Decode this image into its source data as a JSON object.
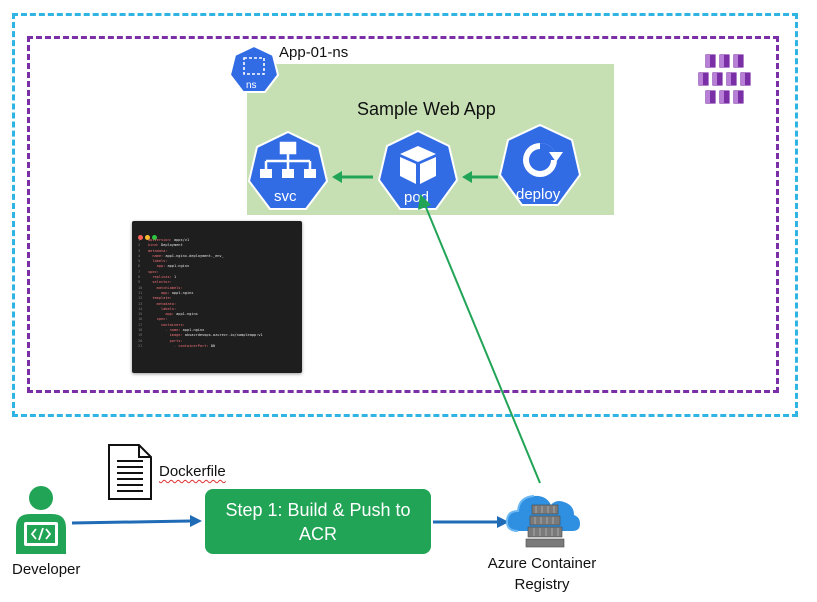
{
  "namespace": {
    "name": "App-01-ns",
    "icon_label": "ns"
  },
  "app": {
    "title": "Sample Web App"
  },
  "k8s_icons": [
    {
      "name": "svc",
      "icon": "service-icon"
    },
    {
      "name": "pod",
      "icon": "pod-cube-icon"
    },
    {
      "name": "deploy",
      "icon": "deployment-icon"
    }
  ],
  "code": {
    "lines": [
      {
        "n": "1",
        "key": "apiVersion:",
        "val": " apps/v1",
        "indent": 0
      },
      {
        "n": "2",
        "key": "kind:",
        "val": " Deployment",
        "indent": 0
      },
      {
        "n": "3",
        "key": "metadata:",
        "val": "",
        "indent": 0
      },
      {
        "n": "4",
        "key": "name:",
        "val": " app1-nginx-deployment-_env_",
        "indent": 1
      },
      {
        "n": "5",
        "key": "labels:",
        "val": "",
        "indent": 1
      },
      {
        "n": "6",
        "key": "app:",
        "val": " app1-nginx",
        "indent": 2
      },
      {
        "n": "7",
        "key": "spec:",
        "val": "",
        "indent": 0
      },
      {
        "n": "8",
        "key": "replicas:",
        "val": " 1",
        "indent": 1
      },
      {
        "n": "9",
        "key": "selector:",
        "val": "",
        "indent": 1
      },
      {
        "n": "10",
        "key": "matchLabels:",
        "val": "",
        "indent": 2
      },
      {
        "n": "11",
        "key": "app:",
        "val": " app1-nginx",
        "indent": 3
      },
      {
        "n": "12",
        "key": "template:",
        "val": "",
        "indent": 1
      },
      {
        "n": "13",
        "key": "metadata:",
        "val": "",
        "indent": 2
      },
      {
        "n": "14",
        "key": "labels:",
        "val": "",
        "indent": 3
      },
      {
        "n": "15",
        "key": "app:",
        "val": " app1-nginx",
        "indent": 4
      },
      {
        "n": "16",
        "key": "spec:",
        "val": "",
        "indent": 2
      },
      {
        "n": "17",
        "key": "containers:",
        "val": "",
        "indent": 3
      },
      {
        "n": "18",
        "key": "- name:",
        "val": " app1-nginx",
        "indent": 4
      },
      {
        "n": "19",
        "key": "image:",
        "val": " aksacrdevops.azurecr.io/sampleapp:v1",
        "indent": 5
      },
      {
        "n": "20",
        "key": "ports:",
        "val": "",
        "indent": 5
      },
      {
        "n": "21",
        "key": "- containerPort:",
        "val": " 80",
        "indent": 6
      }
    ]
  },
  "dockerfile": {
    "label": "Dockerfile"
  },
  "developer": {
    "label": "Developer"
  },
  "step": {
    "label": "Step 1: Build & Push to ACR"
  },
  "registry": {
    "label_line1": "Azure Container",
    "label_line2": "Registry"
  },
  "colors": {
    "outer_border": "#2fb4e3",
    "inner_border": "#7b2fa6",
    "panel": "#c6e0b4",
    "k8s_blue": "#326ce5",
    "arrow_green": "#21a456",
    "arrow_blue": "#1f6bb5",
    "aks_purple": "#7b2fa6"
  }
}
